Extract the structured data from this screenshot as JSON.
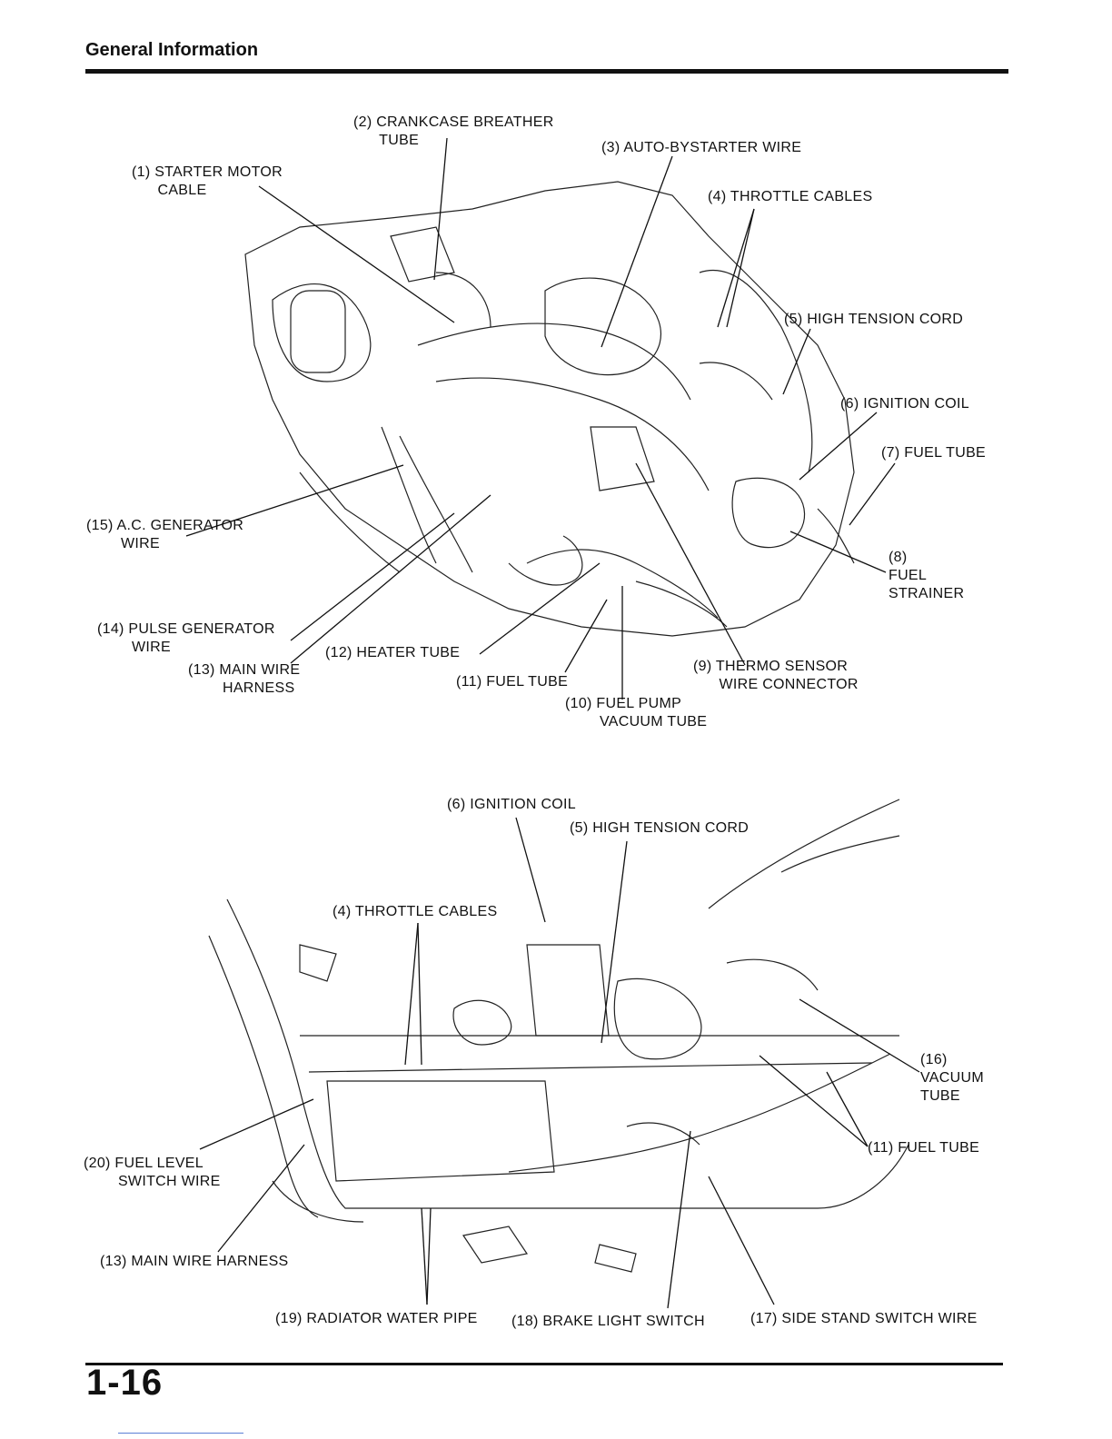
{
  "header": {
    "section_title": "General Information"
  },
  "page_number": "1-16",
  "figure1": {
    "labels": [
      "(2) CRANKCASE BREATHER\n      TUBE",
      "(3) AUTO-BYSTARTER WIRE",
      "(1) STARTER MOTOR\n      CABLE",
      "(4) THROTTLE CABLES",
      "(5) HIGH TENSION CORD",
      "(6) IGNITION COIL",
      "(7) FUEL TUBE",
      "(8)\nFUEL\nSTRAINER",
      "(15) A.C. GENERATOR\n        WIRE",
      "(14) PULSE GENERATOR\n        WIRE",
      "(12) HEATER TUBE",
      "(13) MAIN WIRE\n        HARNESS",
      "(11) FUEL TUBE",
      "(9) THERMO SENSOR\n      WIRE CONNECTOR",
      "(10) FUEL PUMP\n        VACUUM TUBE"
    ]
  },
  "figure2": {
    "labels": [
      "(6) IGNITION COIL",
      "(5) HIGH TENSION CORD",
      "(4) THROTTLE CABLES",
      "(16)\nVACUUM\nTUBE",
      "(11) FUEL TUBE",
      "(20) FUEL LEVEL\n        SWITCH WIRE",
      "(13) MAIN WIRE HARNESS",
      "(19) RADIATOR WATER PIPE",
      "(18) BRAKE LIGHT SWITCH",
      "(17) SIDE STAND SWITCH WIRE"
    ]
  }
}
